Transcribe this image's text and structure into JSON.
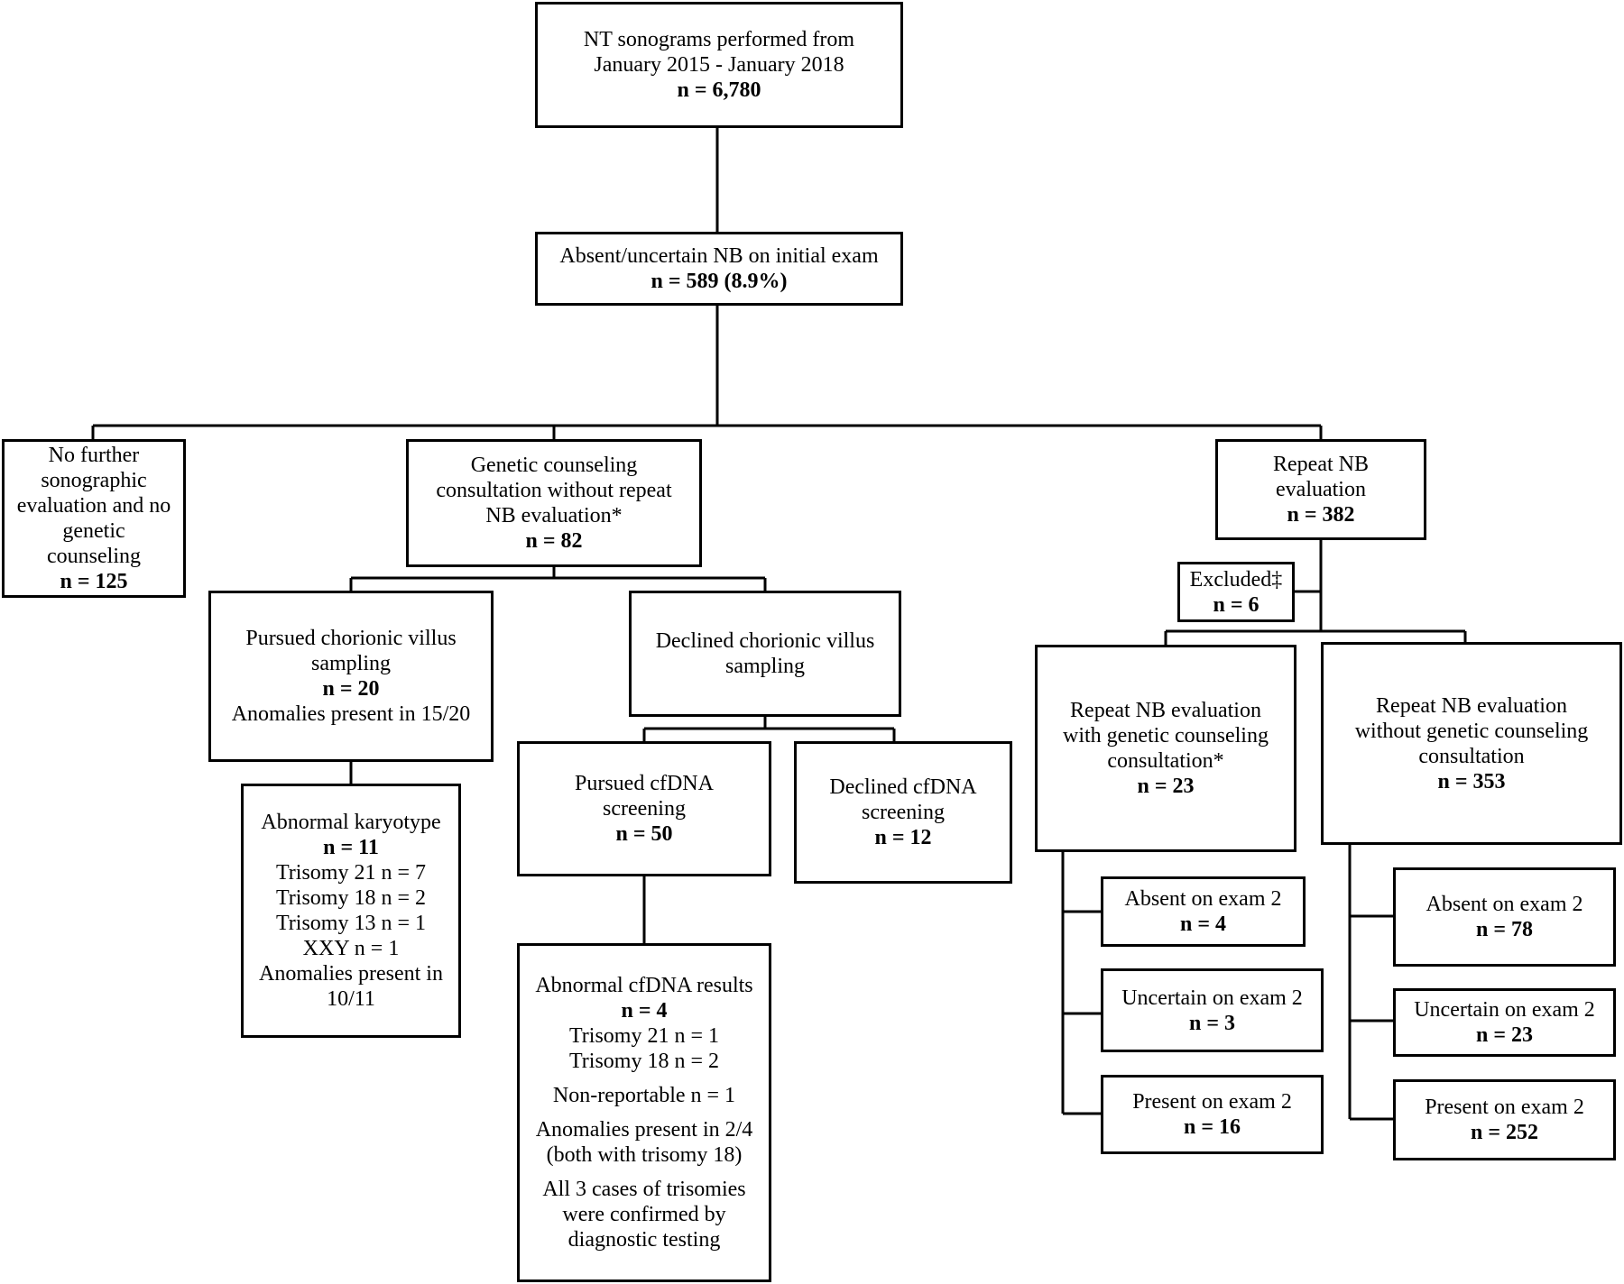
{
  "nodes": {
    "start": {
      "line1": "NT sonograms performed from",
      "line2": "January 2015 - January 2018",
      "n": "n = 6,780"
    },
    "initial": {
      "line1": "Absent/uncertain NB on initial exam",
      "n": "n = 589 (8.9%)"
    },
    "no_further": {
      "line1": "No further",
      "line2": "sonographic",
      "line3": "evaluation and no",
      "line4": "genetic",
      "line5": "counseling",
      "n": "n = 125"
    },
    "gc_no_repeat": {
      "line1": "Genetic counseling",
      "line2": "consultation without repeat",
      "line3": "NB evaluation*",
      "n": "n = 82"
    },
    "repeat_nb": {
      "line1": "Repeat NB",
      "line2": "evaluation",
      "n": "n = 382"
    },
    "excluded": {
      "line1": "Excluded‡",
      "n": "n = 6"
    },
    "cvs_pursued": {
      "line1": "Pursued chorionic villus",
      "line2": "sampling",
      "n": "n = 20",
      "line3": "Anomalies present in 15/20"
    },
    "cvs_declined": {
      "line1": "Declined chorionic villus",
      "line2": "sampling"
    },
    "karyotype": {
      "line1": "Abnormal karyotype",
      "n": "n = 11",
      "line2": "Trisomy 21 n = 7",
      "line3": "Trisomy 18 n = 2",
      "line4": "Trisomy 13 n = 1",
      "line5": "XXY n = 1",
      "line6": "Anomalies present in",
      "line7": "10/11"
    },
    "cfdna_pursued": {
      "line1": "Pursued cfDNA",
      "line2": "screening",
      "n": "n = 50"
    },
    "cfdna_declined": {
      "line1": "Declined cfDNA",
      "line2": "screening",
      "n": "n = 12"
    },
    "cfdna_abnormal": {
      "line1": "Abnormal cfDNA results",
      "n": "n = 4",
      "line2": "Trisomy 21 n = 1",
      "line3": "Trisomy 18 n = 2",
      "line4": "Non-reportable n = 1",
      "line5": "Anomalies present in 2/4",
      "line6": "(both with trisomy 18)",
      "line7": "All 3 cases of trisomies",
      "line8": "were confirmed by",
      "line9": "diagnostic testing"
    },
    "repeat_gc": {
      "line1": "Repeat NB evaluation",
      "line2": "with genetic counseling",
      "line3": "consultation*",
      "n": "n = 23"
    },
    "repeat_no_gc": {
      "line1": "Repeat NB evaluation",
      "line2": "without genetic counseling",
      "line3": "consultation",
      "n": "n = 353"
    },
    "gc_absent": {
      "line1": "Absent on exam 2",
      "n": "n = 4"
    },
    "gc_uncertain": {
      "line1": "Uncertain on exam 2",
      "n": "n = 3"
    },
    "gc_present": {
      "line1": "Present on exam 2",
      "n": "n = 16"
    },
    "nogc_absent": {
      "line1": "Absent on exam 2",
      "n": "n = 78"
    },
    "nogc_uncertain": {
      "line1": "Uncertain on exam 2",
      "n": "n = 23"
    },
    "nogc_present": {
      "line1": "Present on exam 2",
      "n": "n = 252"
    }
  }
}
